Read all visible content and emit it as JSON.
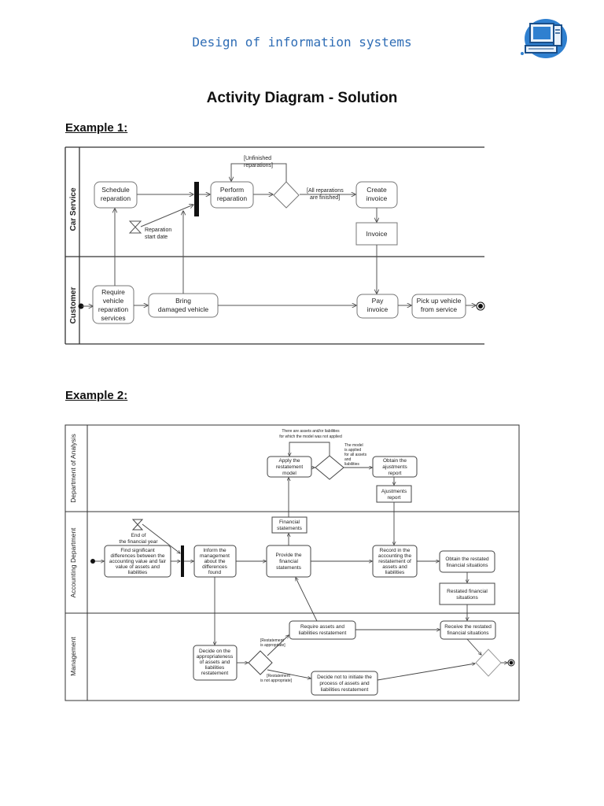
{
  "header": {
    "title": "Design of information systems",
    "logo_icon": "computer-icon",
    "accent_color": "#2f6db5"
  },
  "doc_title": "Activity Diagram - Solution",
  "example1": {
    "heading": "Example 1:",
    "lanes": {
      "car_service": "Car Service",
      "customer": "Customer"
    },
    "nodes": {
      "schedule": [
        "Schedule",
        "reparation"
      ],
      "perform": [
        "Perform",
        "reparation"
      ],
      "create_invoice": [
        "Create",
        "invoice"
      ],
      "invoice": "Invoice",
      "require": [
        "Require",
        "vehicle",
        "reparation",
        "services"
      ],
      "bring": [
        "Bring",
        "damaged vehicle"
      ],
      "pay": [
        "Pay",
        "invoice"
      ],
      "pickup": [
        "Pick up vehicle",
        "from service"
      ],
      "timer": [
        "Reparation",
        "start date"
      ]
    },
    "guards": {
      "unfinished": [
        "[Unfinished",
        "reparations]"
      ],
      "finished": [
        "[All reparations",
        "are finished]"
      ]
    }
  },
  "example2": {
    "heading": "Example 2:",
    "lanes": {
      "analysis": "Department of Analysis",
      "accounting": "Accounting Department",
      "management": "Management"
    },
    "nodes": {
      "apply": [
        "Apply the",
        "restatement",
        "model"
      ],
      "obtain_adj": [
        "Obtain the",
        "ajustments",
        "report"
      ],
      "adj_report": [
        "Ajustments",
        "report"
      ],
      "fin_statements": [
        "Financial",
        "statements"
      ],
      "timer": [
        "End of",
        "the financial year"
      ],
      "find": [
        "Find significant",
        "differences between the",
        "accounting value and fair",
        "value of assets and",
        "liabilities"
      ],
      "inform": [
        "Inform the",
        "management",
        "about the",
        "differences",
        "found"
      ],
      "provide": [
        "Provide the",
        "financial",
        "statements"
      ],
      "record": [
        "Record in the",
        "accounting the",
        "restatement of",
        "assets and",
        "liabilities"
      ],
      "obtain_restated": [
        "Obtain the restated",
        "financial situations"
      ],
      "restated_fs": [
        "Restated financial",
        "situations"
      ],
      "require": [
        "Require assets and",
        "liabilities restatement"
      ],
      "receive": [
        "Receive the restated",
        "financial situations"
      ],
      "decide": [
        "Decide on the",
        "appropriateness",
        "of assets and",
        "liabilities",
        "restatement"
      ],
      "decide_not": [
        "Decide not to initiate the",
        "process of assets and",
        "liabilities restatement"
      ]
    },
    "guards": {
      "not_applied": [
        "There are assets and/or liabilities",
        "for which the model was not applied"
      ],
      "applied": [
        "The model",
        "is applied",
        "for all assets",
        "and",
        "liabilities"
      ],
      "appropriate": [
        "[Restatement",
        "is appropriate]"
      ],
      "not_appropriate": [
        "[Restatement",
        "is not appropriate]"
      ]
    }
  }
}
